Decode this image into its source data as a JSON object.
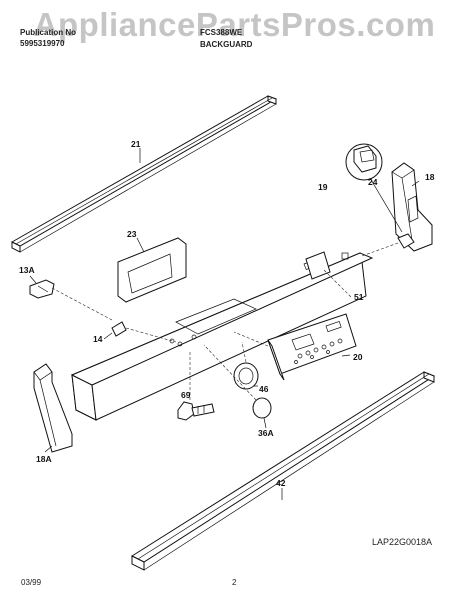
{
  "watermark": "AppliancePartsPros.com",
  "header": {
    "publication_label": "Publication No",
    "publication_number": "5995319970",
    "model": "FCS388WE",
    "section": "BACKGUARD"
  },
  "footer": {
    "date": "03/99",
    "page": "2",
    "diagram_code": "LAP22G0018A"
  },
  "callouts": {
    "c21": "21",
    "c24": "24",
    "c18": "18",
    "c19": "19",
    "c23": "23",
    "c13a": "13A",
    "c51": "51",
    "c14": "14",
    "c20": "20",
    "c46": "46",
    "c69": "69",
    "c36a": "36A",
    "c18a": "18A",
    "c42": "42"
  }
}
